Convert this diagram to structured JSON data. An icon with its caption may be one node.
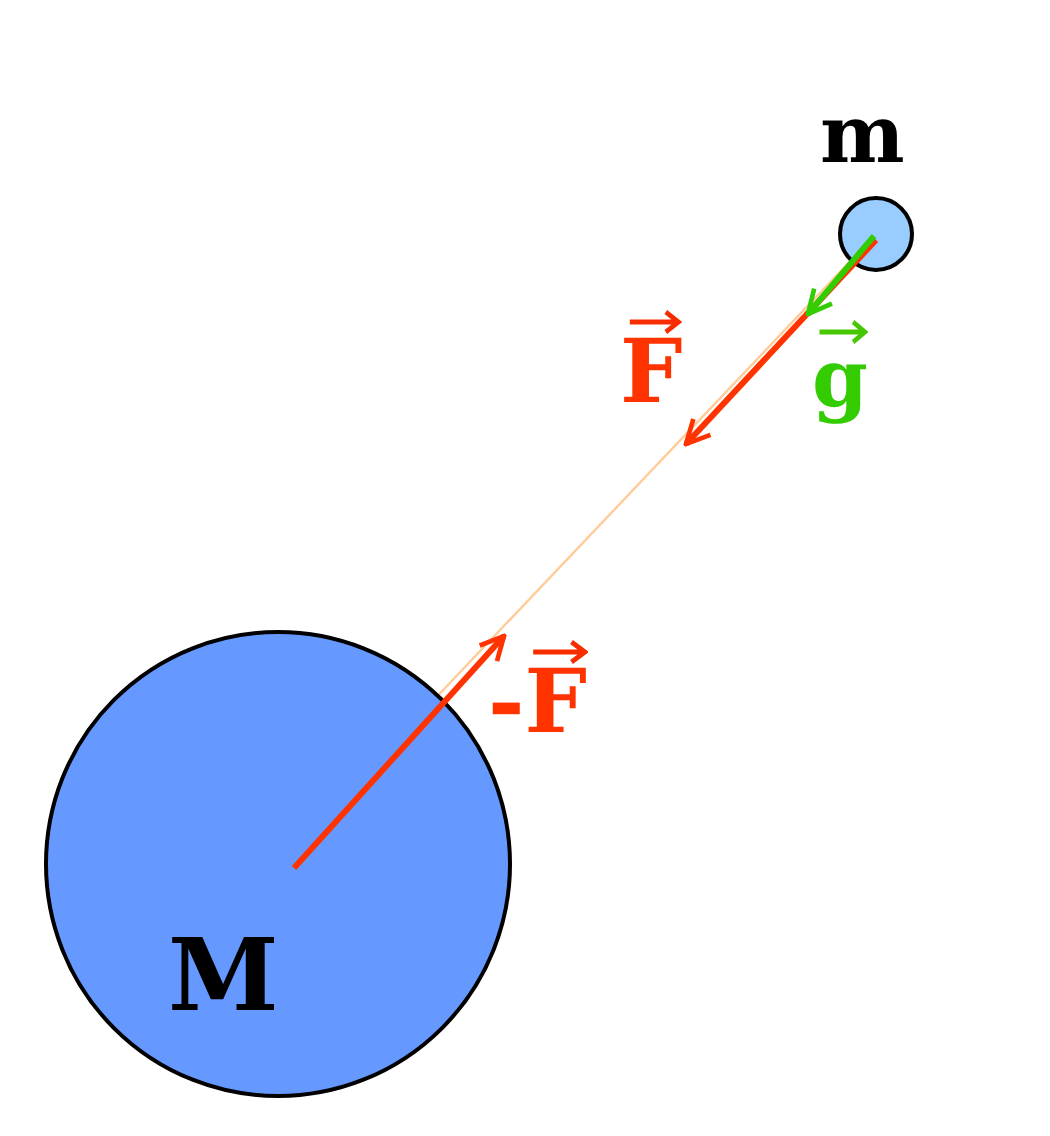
{
  "diagram": {
    "nodes": [
      {
        "text": [
          "m"
        ]
      },
      {
        "text": [
          "M"
        ]
      }
    ],
    "edges": [
      {
        "from": 0,
        "to": 1,
        "arrow": "none",
        "color": "#ffcc99"
      }
    ],
    "labels": [
      "F",
      "g",
      "-F"
    ]
  }
}
